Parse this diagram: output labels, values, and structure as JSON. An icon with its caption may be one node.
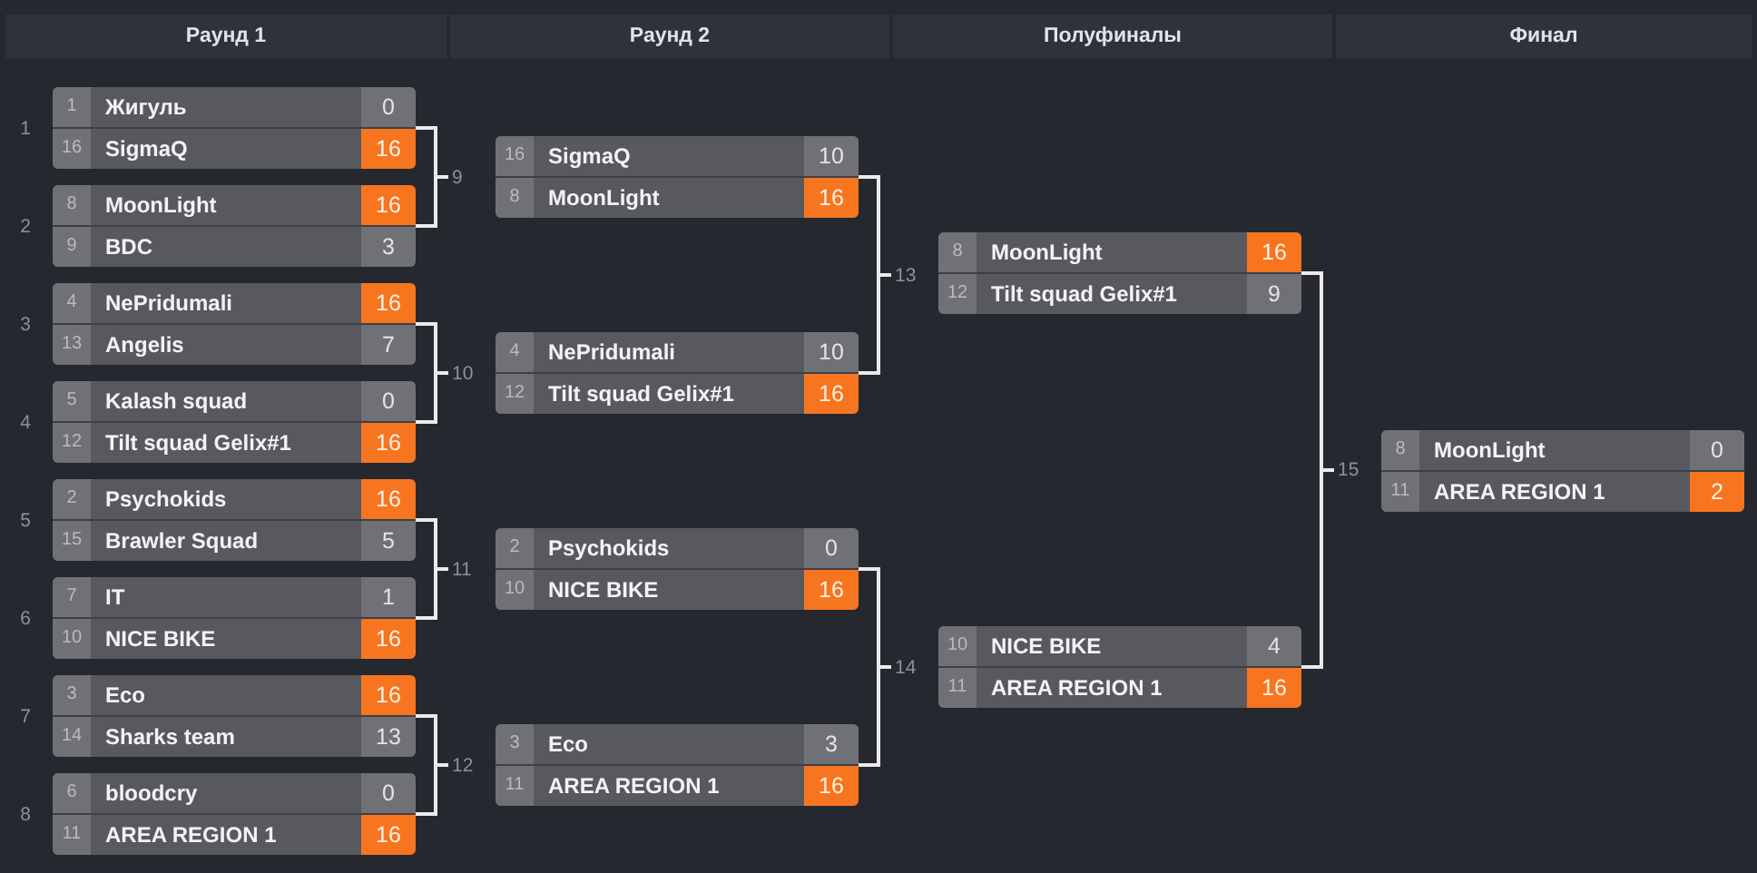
{
  "diagram": {
    "nodes": [
      {
        "text": [],
        "shape": "box",
        "beside": [
          "1"
        ]
      },
      {
        "text": [
          "1",
          "Жигуль",
          "0"
        ],
        "in": 0
      },
      {
        "text": [
          "16",
          "SigmaQ",
          "16"
        ],
        "in": 0
      },
      {
        "text": [],
        "shape": "box",
        "beside": [
          "2"
        ]
      },
      {
        "text": [
          "8",
          "MoonLight",
          "16"
        ],
        "in": 3
      },
      {
        "text": [
          "9",
          "BDC",
          "3"
        ],
        "in": 3
      },
      {
        "text": [],
        "shape": "box",
        "beside": [
          "3"
        ]
      },
      {
        "text": [
          "4",
          "NePridumali",
          "16"
        ],
        "in": 6
      },
      {
        "text": [
          "13",
          "Angelis",
          "7"
        ],
        "in": 6
      },
      {
        "text": [],
        "shape": "box",
        "beside": [
          "4"
        ]
      },
      {
        "text": [
          "5",
          "Kalash squad",
          "0"
        ],
        "in": 9
      },
      {
        "text": [
          "12",
          "Tilt squad Gelix#1",
          "16"
        ],
        "in": 9
      },
      {
        "text": [],
        "shape": "box",
        "beside": [
          "5"
        ]
      },
      {
        "text": [
          "2",
          "Psychokids",
          "16"
        ],
        "in": 12
      },
      {
        "text": [
          "15",
          "Brawler Squad",
          "5"
        ],
        "in": 12
      },
      {
        "text": [],
        "shape": "box",
        "beside": [
          "6"
        ]
      },
      {
        "text": [
          "7",
          "IT",
          "1"
        ],
        "in": 15
      },
      {
        "text": [
          "10",
          "NICE BIKE",
          "16"
        ],
        "in": 15
      },
      {
        "text": [],
        "shape": "box",
        "beside": [
          "7"
        ]
      },
      {
        "text": [
          "3",
          "Eco",
          "16"
        ],
        "in": 18
      },
      {
        "text": [
          "14",
          "Sharks team",
          "13"
        ],
        "in": 18
      },
      {
        "text": [],
        "shape": "box",
        "beside": [
          "8"
        ]
      },
      {
        "text": [
          "6",
          "bloodcry",
          "0"
        ],
        "in": 21
      },
      {
        "text": [
          "11",
          "AREA REGION 1",
          "16"
        ],
        "in": 21
      },
      {
        "text": [
          "9"
        ]
      },
      {
        "text": [],
        "shape": "box"
      },
      {
        "text": [
          "16",
          "SigmaQ",
          "10"
        ],
        "in": 25
      },
      {
        "text": [
          "8",
          "MoonLight",
          "16"
        ],
        "in": 25
      },
      {
        "text": [
          "10"
        ]
      },
      {
        "text": [],
        "shape": "box"
      },
      {
        "text": [
          "4",
          "NePridumali",
          "10"
        ],
        "in": 29
      },
      {
        "text": [
          "12",
          "Tilt squad Gelix#1",
          "16"
        ],
        "in": 29
      },
      {
        "text": [
          "11"
        ]
      },
      {
        "text": [],
        "shape": "box"
      },
      {
        "text": [
          "2",
          "Psychokids",
          "0"
        ],
        "in": 33
      },
      {
        "text": [
          "10",
          "NICE BIKE",
          "16"
        ],
        "in": 33
      },
      {
        "text": [
          "12"
        ]
      },
      {
        "text": [],
        "shape": "box"
      },
      {
        "text": [
          "3",
          "Eco",
          "3"
        ],
        "in": 37
      },
      {
        "text": [
          "11",
          "AREA REGION 1",
          "16"
        ],
        "in": 37
      },
      {
        "text": [
          "13"
        ]
      },
      {
        "text": [],
        "shape": "box"
      },
      {
        "text": [
          "8",
          "MoonLight",
          "16"
        ],
        "in": 41
      },
      {
        "text": [
          "12",
          "Tilt squad Gelix#1",
          "9"
        ],
        "in": 41
      },
      {
        "text": [
          "14"
        ]
      },
      {
        "text": [],
        "shape": "box"
      },
      {
        "text": [
          "10",
          "NICE BIKE",
          "4"
        ],
        "in": 45
      },
      {
        "text": [
          "11",
          "AREA REGION 1",
          "16"
        ],
        "in": 45
      },
      {
        "text": [
          "15"
        ]
      },
      {
        "text": [],
        "shape": "box"
      },
      {
        "text": [
          "8",
          "MoonLight",
          "0"
        ],
        "in": 49
      },
      {
        "text": [
          "11",
          "AREA REGION 1",
          "2"
        ],
        "in": 49
      }
    ],
    "edges": [
      {
        "from": 0,
        "to": 24,
        "arrow": "none"
      },
      {
        "from": 3,
        "to": 24,
        "arrow": "none"
      },
      {
        "from": 6,
        "to": 28,
        "arrow": "none"
      },
      {
        "from": 9,
        "to": 28,
        "arrow": "none"
      },
      {
        "from": 12,
        "to": 32,
        "arrow": "none"
      },
      {
        "from": 15,
        "to": 32,
        "arrow": "none"
      },
      {
        "from": 18,
        "to": 36,
        "arrow": "none"
      },
      {
        "from": 21,
        "to": 36,
        "arrow": "none"
      },
      {
        "from": 25,
        "to": 40,
        "arrow": "none"
      },
      {
        "from": 29,
        "to": 40,
        "arrow": "none"
      },
      {
        "from": 33,
        "to": 44,
        "arrow": "none"
      },
      {
        "from": 37,
        "to": 44,
        "arrow": "none"
      },
      {
        "from": 41,
        "to": 48,
        "arrow": "none"
      },
      {
        "from": 45,
        "to": 48,
        "arrow": "none"
      }
    ],
    "labels": [
      "Раунд 1",
      "Раунд 2",
      "Полуфиналы",
      "Финал"
    ]
  }
}
